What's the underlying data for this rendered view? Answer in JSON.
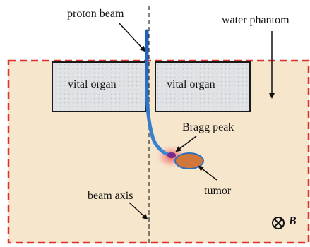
{
  "labels": {
    "proton_beam": "proton beam",
    "water_phantom": "water phantom",
    "vital_organ_left": "vital organ",
    "vital_organ_right": "vital organ",
    "bragg_peak": "Bragg peak",
    "tumor": "tumor",
    "beam_axis": "beam axis",
    "field_symbol": "B"
  },
  "colors": {
    "phantom_fill": "#f6e6cc",
    "phantom_border": "#e0312a",
    "beam": "#2f6fc0",
    "tumor": "#d2773a",
    "bragg_glow": "#e84545",
    "organ_fill": "#d9dcdf",
    "organ_border": "#1a1a1a",
    "axis": "#333333"
  },
  "icons": {
    "field_direction": "circled-times-icon"
  }
}
